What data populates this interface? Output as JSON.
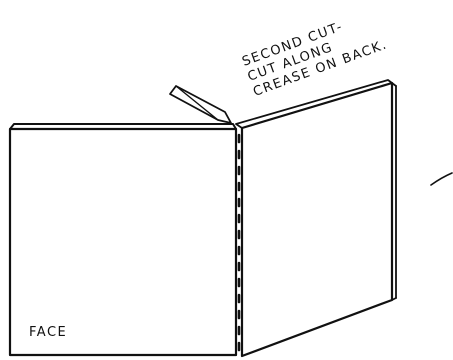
{
  "labels": {
    "face": "FACE",
    "note_line_1": "SECOND CUT-",
    "note_line_2": "CUT ALONG",
    "note_line_3": "CREASE ON BACK."
  },
  "colors": {
    "ink": "#111111",
    "paper": "#ffffff"
  }
}
